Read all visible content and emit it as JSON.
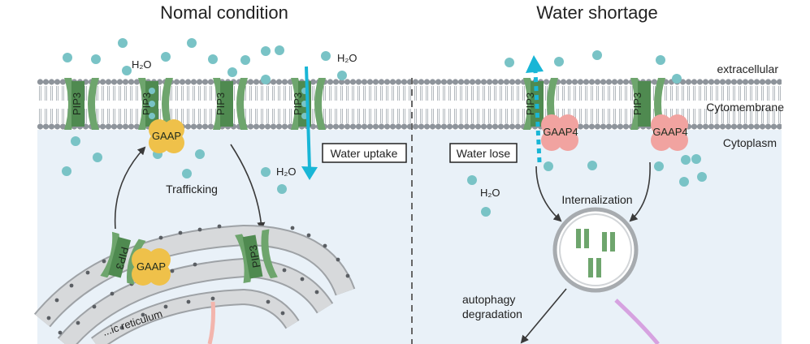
{
  "left_panel": {
    "title": "Nomal condition",
    "h2o_label_top": "H₂O",
    "h2o_label_bottom": "H₂O",
    "water_uptake": "Water uptake",
    "trafficking": "Trafficking",
    "er_label": "...ic reticulum",
    "channel_label": "PIP3",
    "gaap_label": "GAAP"
  },
  "right_panel": {
    "title": "Water shortage",
    "h2o_label": "H₂O",
    "water_lose": "Water lose",
    "internalization": "Internalization",
    "autophagy_line1": "autophagy",
    "autophagy_line2": "degradation",
    "channel_label": "PIP3",
    "gaap4_label": "GAAP4"
  },
  "region_labels": {
    "extracellular": "extracellular",
    "cytomembrane": "Cytomembrane",
    "cytoplasm": "Cytoplasm"
  },
  "colors": {
    "membrane_bead": "#8e949b",
    "cytoplasm_bg": "#e9f1f8",
    "channel_green": "#6ea56d",
    "channel_dark": "#4f8a50",
    "water_dot": "#79c3c6",
    "gaap_yellow": "#efc14a",
    "gaap4_pink": "#f1a3a0",
    "arrow_cyan": "#19b6d6",
    "er_gray": "#c9cbcd"
  }
}
